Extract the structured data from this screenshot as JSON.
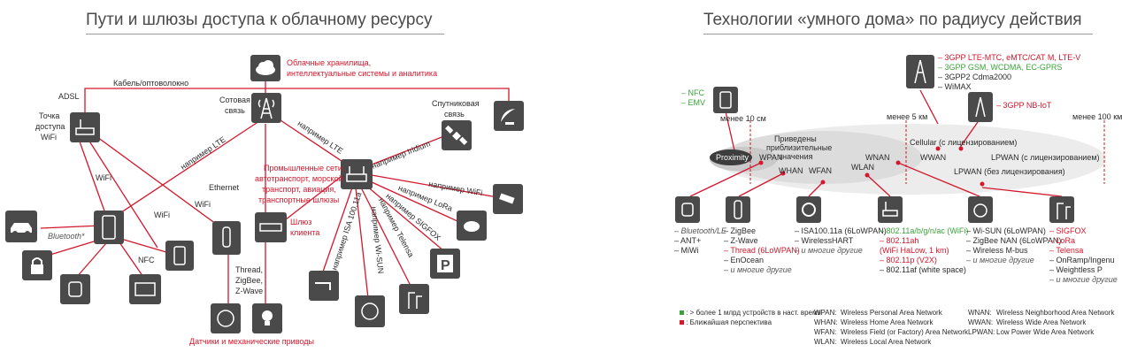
{
  "left": {
    "title": "Пути и шлюзы доступа к облачному ресурсу",
    "cloud_label_1": "Облачные хранилища,",
    "cloud_label_2": "интеллектуальные системы и аналитика",
    "cable": "Кабель/оптоволокно",
    "adsl": "ADSL",
    "wifi_ap_1": "Точка",
    "wifi_ap_2": "доступа",
    "wifi_ap_3": "WiFi",
    "cell_1": "Сотовая",
    "cell_2": "связь",
    "sat_1": "Спутниковая",
    "sat_2": "связь",
    "lte_1": "например LTE",
    "lte_2": "например LTE",
    "iridium": "например Iridium",
    "industrial_1": "Промышленные сети,",
    "industrial_2": "автотранспорт, морской",
    "industrial_3": "транспорт, авиация,",
    "industrial_4": "транспортные шлюзы",
    "wifi_r1": "например WiFi",
    "lora": "например LoRa",
    "sigfox": "например SIGFOX",
    "telensa": "например Telensa",
    "wisun": "например Wi-SUN",
    "isa": "например ISA 100.11a",
    "ethernet": "Ethernet",
    "gateway_1": "Шлюз",
    "gateway_2": "клиента",
    "wifi_a": "WiFi",
    "wifi_b": "WiFi",
    "wifi_c": "WiFi",
    "bluetooth": "Bluetooth*",
    "nfc": "NFC",
    "thread_1": "Thread,",
    "thread_2": "ZigBee,",
    "thread_3": "Z-Wave",
    "sensors": "Датчики и механические приводы"
  },
  "right": {
    "title": "Технологии «умного дома» по радиусу действия",
    "top_list": [
      {
        "text": "– 3GPP LTE-MTC, eMTC/CAT M, LTE-V",
        "color": "red"
      },
      {
        "text": "– 3GPP GSM, WCDMA, EC-GPRS",
        "color": "green"
      },
      {
        "text": "– 3GPP2 Cdma2000",
        "color": "dark"
      },
      {
        "text": "– WiMAX",
        "color": "dark"
      }
    ],
    "nbiot": "– 3GPP NB-IoT",
    "nfc_list": [
      {
        "text": "– NFC",
        "color": "green"
      },
      {
        "text": "– EMV",
        "color": "green"
      }
    ],
    "dist_10": "менее 10 см",
    "dist_5": "менее 5 км",
    "dist_100": "менее 100 км",
    "approx_1": "Приведены",
    "approx_2": "приблизительные",
    "approx_3": "значения",
    "proximity": "Proximity",
    "wpan": "WPAN",
    "whan": "WHAN",
    "wfan": "WFAN",
    "wlan": "WLAN",
    "wnan": "WNAN",
    "wwan": "WWAN",
    "cellular": "Cellular (с лицензированием)",
    "lpwan_lic": "LPWAN (с лицензированием)",
    "lpwan_unlic": "LPWAN (без лицензирования)",
    "col1": [
      {
        "text": "– Bluetooth/LE",
        "color": "green"
      },
      {
        "text": "– ANT+",
        "color": "dark"
      },
      {
        "text": "– MiWi",
        "color": "dark"
      }
    ],
    "col2": [
      {
        "text": "– ZigBee",
        "color": "dark"
      },
      {
        "text": "– Z-Wave",
        "color": "dark"
      },
      {
        "text": "– Thread (6LoWPAN)",
        "color": "red"
      },
      {
        "text": "– EnOcean",
        "color": "dark"
      },
      {
        "text": "– и многие другие",
        "color": "ital"
      }
    ],
    "col3": [
      {
        "text": "– ISA100.11a (6LoWPAN)",
        "color": "dark"
      },
      {
        "text": "– WirelessHART",
        "color": "dark"
      },
      {
        "text": "– и многие другие",
        "color": "ital"
      }
    ],
    "col4": [
      {
        "text": "– 802.11a/b/g/n/ac (WiFi)",
        "color": "green"
      },
      {
        "text": "– 802.11ah",
        "color": "red"
      },
      {
        "text": "   (WiFi HaLow, 1 km)",
        "color": "red"
      },
      {
        "text": "– 802.11p (V2X)",
        "color": "red"
      },
      {
        "text": "– 802.11af (white space)",
        "color": "dark"
      }
    ],
    "col5": [
      {
        "text": "– Wi-SUN (6LoWPAN)",
        "color": "dark"
      },
      {
        "text": "– ZigBee NAN (6LoWPAN)",
        "color": "dark"
      },
      {
        "text": "– Wireless M-bus",
        "color": "dark"
      },
      {
        "text": "– и многие другие",
        "color": "ital"
      }
    ],
    "col6": [
      {
        "text": "– SIGFOX",
        "color": "red"
      },
      {
        "text": "– LoRa",
        "color": "red"
      },
      {
        "text": "– Telensa",
        "color": "red"
      },
      {
        "text": "– OnRamp/Ingenu",
        "color": "dark"
      },
      {
        "text": "– Weightless P",
        "color": "dark"
      },
      {
        "text": "– и многие другие",
        "color": "ital"
      }
    ],
    "legend_green": ": > более 1 млрд устройств в наст. время",
    "legend_red": ": Ближайшая перспектива",
    "abbr_left": [
      {
        "k": "WPAN:",
        "v": "Wireless Personal Area Network"
      },
      {
        "k": "WHAN:",
        "v": "Wireless Home Area Network"
      },
      {
        "k": "WFAN:",
        "v": "Wireless Field (or Factory) Area Network"
      },
      {
        "k": "WLAN:",
        "v": "Wireless Local Area Network"
      }
    ],
    "abbr_right": [
      {
        "k": "WNAN:",
        "v": "Wireless Neighborhood Area Network"
      },
      {
        "k": "WWAN:",
        "v": "Wireless Wide Area Network"
      },
      {
        "k": "LPWAN:",
        "v": "Low Power Wide Area Network"
      }
    ]
  },
  "colors": {
    "accent": "#d3172c",
    "icon": "#4a4a4a",
    "green": "#3aa23a"
  }
}
